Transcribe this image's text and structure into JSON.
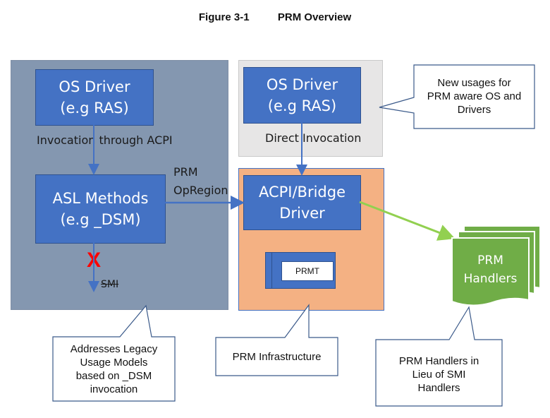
{
  "title": {
    "figure_number": "Figure 3-1",
    "figure_name": "PRM Overview"
  },
  "left_panel": {
    "os_driver_line1": "OS Driver",
    "os_driver_line2": "(e.g RAS)",
    "invocation_label": "Invocation through ACPI",
    "asl_line1": "ASL Methods",
    "asl_line2": "(e.g _DSM)",
    "smi_label": "SMI",
    "x_mark": "X"
  },
  "top_right_panel": {
    "os_driver_line1": "OS Driver",
    "os_driver_line2": "(e.g RAS)",
    "direct_invocation_label": "Direct Invocation"
  },
  "opregion_label_line1": "PRM",
  "opregion_label_line2": "OpRegion",
  "infra_panel": {
    "bridge_line1": "ACPI/Bridge",
    "bridge_line2": "Driver",
    "prmt_label": "PRMT"
  },
  "handlers": {
    "line1": "PRM",
    "line2": "Handlers"
  },
  "callouts": {
    "new_usages": [
      "New usages for",
      "PRM aware OS and",
      "Drivers"
    ],
    "legacy": [
      "Addresses Legacy",
      "Usage Models",
      "based on _DSM",
      "invocation"
    ],
    "infrastructure": [
      "PRM Infrastructure"
    ],
    "handlers_in_lieu": [
      "PRM Handlers in",
      "Lieu of SMI",
      "Handlers"
    ]
  },
  "colors": {
    "left_panel_bg": "#8497b0",
    "top_right_panel_bg": "#e7e6e6",
    "infra_panel_bg": "#f4b183",
    "blue_box": "#4472c4",
    "arrow_blue": "#4472c4",
    "arrow_green": "#92d050",
    "handler_green": "#70ad47",
    "x_red": "#ff0000"
  }
}
